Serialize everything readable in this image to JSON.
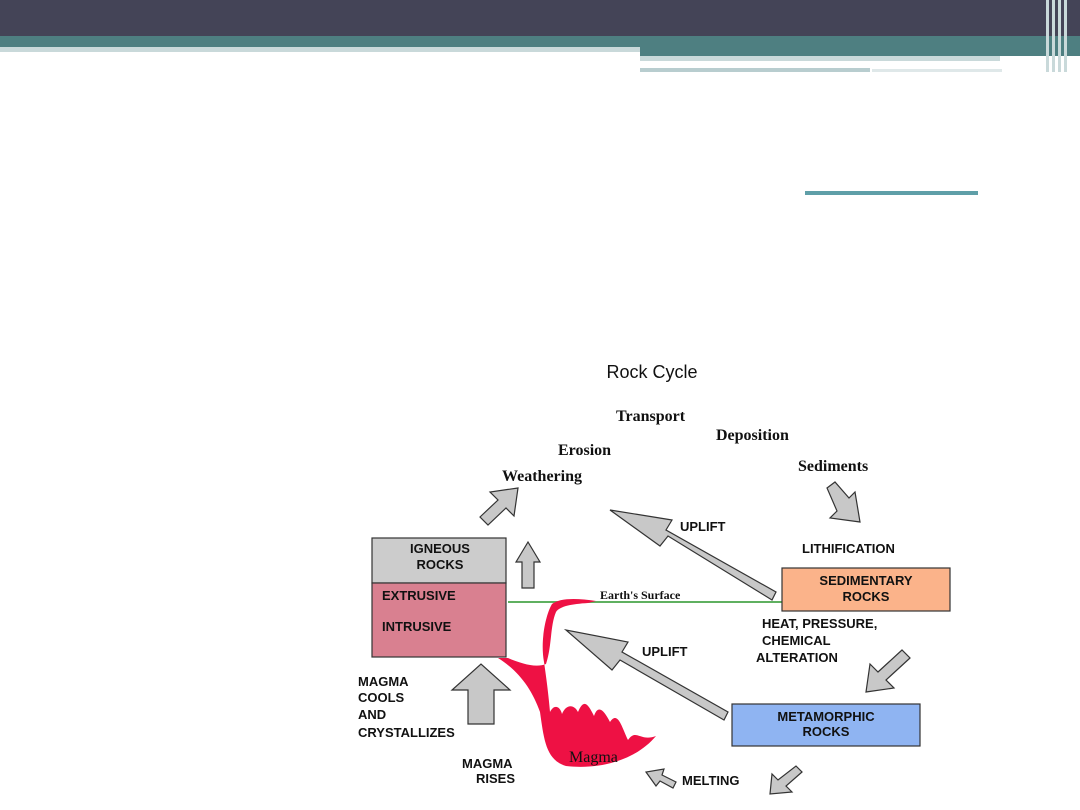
{
  "title": "Rock Cycle",
  "labels": {
    "transport": "Transport",
    "deposition": "Deposition",
    "erosion": "Erosion",
    "weathering": "Weathering",
    "sediments": "Sediments",
    "uplift_top": "UPLIFT",
    "lithification": "LITHIFICATION",
    "earths_surface": "Earth's Surface",
    "heat_line1": "HEAT, PRESSURE,",
    "heat_line2": "CHEMICAL",
    "heat_line3": "ALTERATION",
    "uplift_bottom": "UPLIFT",
    "magma_cools_line1": "MAGMA",
    "magma_cools_line2": "COOLS",
    "magma_cools_line3": "AND",
    "magma_cools_line4": "CRYSTALLIZES",
    "magma_rises_line1": "MAGMA",
    "magma_rises_line2": "RISES",
    "melting": "MELTING",
    "magma": "Magma"
  },
  "boxes": {
    "igneous_line1": "IGNEOUS",
    "igneous_line2": "ROCKS",
    "extrusive": "EXTRUSIVE",
    "intrusive": "INTRUSIVE",
    "sedimentary_line1": "SEDIMENTARY",
    "sedimentary_line2": "ROCKS",
    "metamorphic_line1": "METAMORPHIC",
    "metamorphic_line2": "ROCKS"
  },
  "colors": {
    "header": "#444457",
    "teal": "#4e7f81",
    "igneous": "#cccccc",
    "extrusive_intrusive": "#d98090",
    "sedimentary": "#fbb38a",
    "metamorphic": "#8fb4f2",
    "magma": "#ee1144",
    "surface_line": "#5fb060",
    "arrow_fill": "#c8c8c8"
  }
}
